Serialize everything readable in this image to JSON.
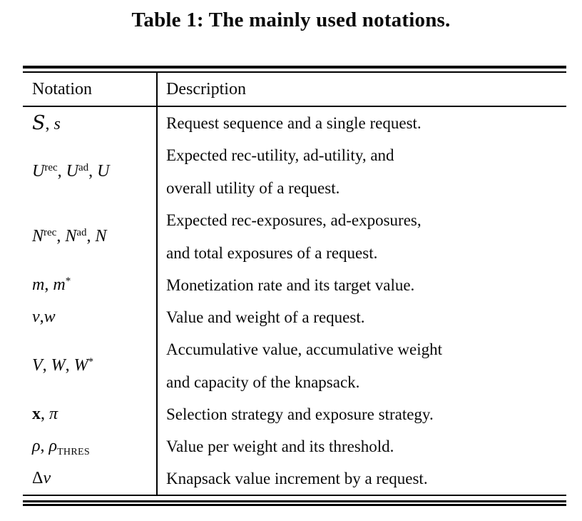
{
  "caption": "Table 1: The mainly used notations.",
  "table": {
    "header": {
      "notation": "Notation",
      "description": "Description"
    },
    "rows": [
      {
        "notation": [
          {
            "t": "S",
            "s": "cal"
          },
          {
            "t": ", ",
            "s": "up"
          },
          {
            "t": "s",
            "s": "it"
          }
        ],
        "desc": "Request sequence and a single request."
      },
      {
        "notation": [
          {
            "t": "U",
            "s": "it"
          },
          {
            "t": "rec",
            "s": "sup"
          },
          {
            "t": ", ",
            "s": "up"
          },
          {
            "t": "U",
            "s": "it"
          },
          {
            "t": "ad",
            "s": "sup"
          },
          {
            "t": ", ",
            "s": "up"
          },
          {
            "t": "U",
            "s": "it"
          }
        ],
        "desc": "Expected rec-utility, ad-utility, and\noverall utility of a request."
      },
      {
        "notation": [
          {
            "t": "N",
            "s": "it"
          },
          {
            "t": "rec",
            "s": "sup"
          },
          {
            "t": ", ",
            "s": "up"
          },
          {
            "t": "N",
            "s": "it"
          },
          {
            "t": "ad",
            "s": "sup"
          },
          {
            "t": ", ",
            "s": "up"
          },
          {
            "t": "N",
            "s": "it"
          }
        ],
        "desc": "Expected rec-exposures, ad-exposures,\nand total exposures of a request."
      },
      {
        "notation": [
          {
            "t": "m",
            "s": "it"
          },
          {
            "t": ", ",
            "s": "up"
          },
          {
            "t": "m",
            "s": "it"
          },
          {
            "t": "*",
            "s": "sup"
          }
        ],
        "desc": "Monetization rate and its target value."
      },
      {
        "notation": [
          {
            "t": "v",
            "s": "it"
          },
          {
            "t": ",",
            "s": "up"
          },
          {
            "t": "w",
            "s": "it"
          }
        ],
        "desc": "Value and weight of a request."
      },
      {
        "notation": [
          {
            "t": "V",
            "s": "it"
          },
          {
            "t": ", ",
            "s": "up"
          },
          {
            "t": "W",
            "s": "it"
          },
          {
            "t": ", ",
            "s": "up"
          },
          {
            "t": "W",
            "s": "it"
          },
          {
            "t": "*",
            "s": "sup"
          }
        ],
        "desc": "Accumulative value, accumulative weight\nand capacity of the knapsack."
      },
      {
        "notation": [
          {
            "t": "x",
            "s": "bold"
          },
          {
            "t": ", ",
            "s": "up"
          },
          {
            "t": "π",
            "s": "it"
          }
        ],
        "desc": "Selection strategy and exposure strategy."
      },
      {
        "notation": [
          {
            "t": "ρ",
            "s": "it"
          },
          {
            "t": ", ",
            "s": "up"
          },
          {
            "t": "ρ",
            "s": "it"
          },
          {
            "t": "THRES",
            "s": "sub"
          }
        ],
        "desc": "Value per weight and its threshold."
      },
      {
        "notation": [
          {
            "t": "Δ",
            "s": "up"
          },
          {
            "t": "v",
            "s": "it"
          }
        ],
        "desc": "Knapsack value increment by a request."
      }
    ]
  }
}
